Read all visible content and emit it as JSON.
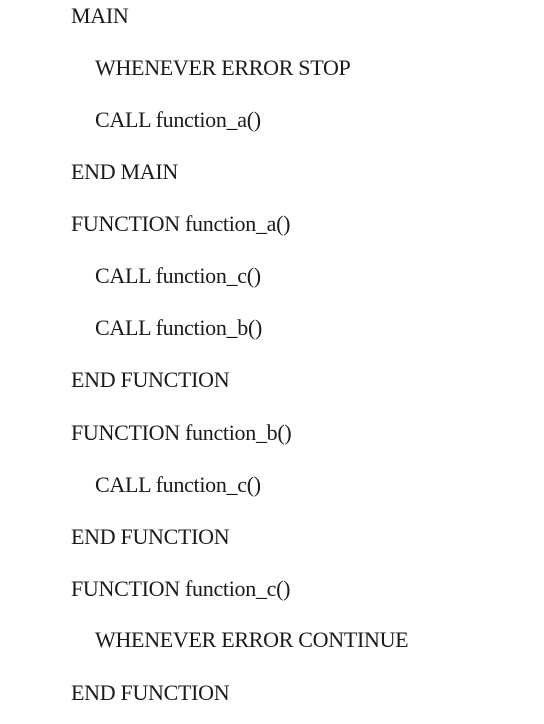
{
  "lines": [
    {
      "text": "MAIN",
      "indent": 0
    },
    {
      "text": "WHENEVER ERROR STOP",
      "indent": 1
    },
    {
      "text": "CALL function_a()",
      "indent": 1
    },
    {
      "text": "END MAIN",
      "indent": 0
    },
    {
      "text": "FUNCTION function_a()",
      "indent": 0
    },
    {
      "text": "CALL function_c()",
      "indent": 1
    },
    {
      "text": "CALL function_b()",
      "indent": 1
    },
    {
      "text": "END FUNCTION",
      "indent": 0
    },
    {
      "text": "FUNCTION function_b()",
      "indent": 0
    },
    {
      "text": "CALL function_c()",
      "indent": 1
    },
    {
      "text": "END FUNCTION",
      "indent": 0
    },
    {
      "text": "FUNCTION function_c()",
      "indent": 0
    },
    {
      "text": "WHENEVER ERROR CONTINUE",
      "indent": 1
    },
    {
      "text": "END FUNCTION",
      "indent": 0
    }
  ]
}
